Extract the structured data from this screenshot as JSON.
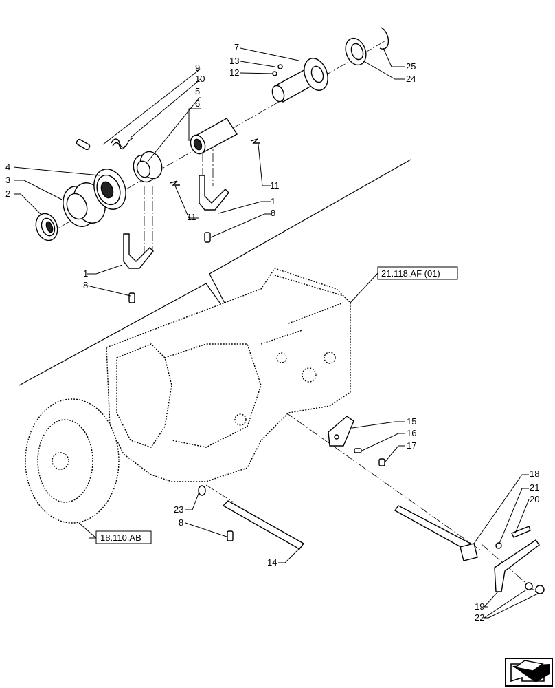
{
  "callouts": {
    "c1a": "1",
    "c1b": "1",
    "c2": "2",
    "c3": "3",
    "c4": "4",
    "c5": "5",
    "c6": "6",
    "c7": "7",
    "c8a": "8",
    "c8b": "8",
    "c8c": "8",
    "c9": "9",
    "c10": "10",
    "c11a": "11",
    "c11b": "11",
    "c12": "12",
    "c13": "13",
    "c14": "14",
    "c15": "15",
    "c16": "16",
    "c17": "17",
    "c18": "18",
    "c19": "19",
    "c20": "20",
    "c21": "21",
    "c22": "22",
    "c23": "23",
    "c24": "24",
    "c25": "25"
  },
  "references": {
    "housing_ref": "21.118.AF (01)",
    "flywheel_ref": "18.110.AB"
  },
  "nav_icon": "next-page-arrow-icon"
}
